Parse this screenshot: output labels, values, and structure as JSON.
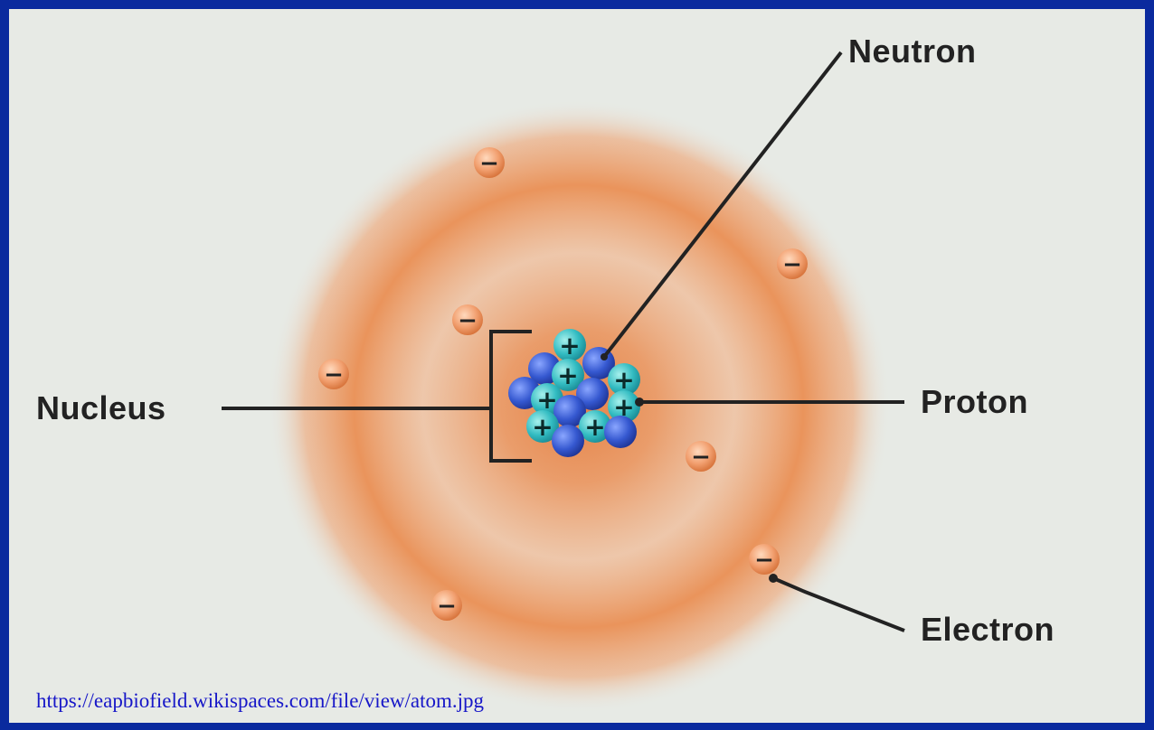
{
  "labels": {
    "neutron": "Neutron",
    "nucleus": "Nucleus",
    "proton": "Proton",
    "electron": "Electron"
  },
  "source_url": "https://eapbiofield.wikispaces.com/file/view/atom.jpg",
  "symbols": {
    "electron_sign": "−",
    "proton_sign": "+"
  },
  "colors": {
    "frame": "#0a2a9e",
    "background": "#e7eae5",
    "cloud": "#e98a4e",
    "electron": "#f0a477",
    "proton": "#3fc4c8",
    "neutron": "#3a5fd4"
  }
}
